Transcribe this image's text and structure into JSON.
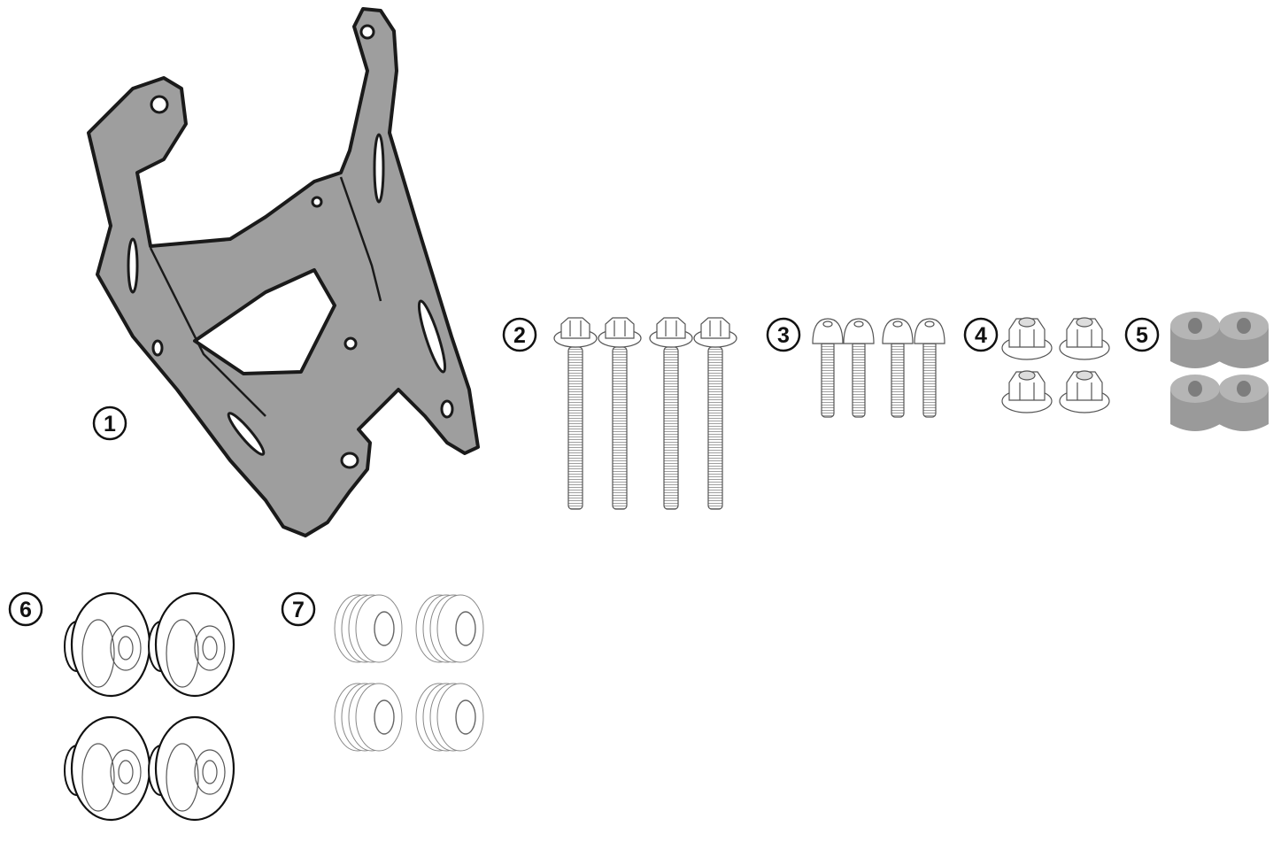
{
  "parts": [
    {
      "number": "1",
      "kind": "bracket"
    },
    {
      "number": "2",
      "kind": "flange-bolt"
    },
    {
      "number": "3",
      "kind": "button-head-screw"
    },
    {
      "number": "4",
      "kind": "flange-lock-nut"
    },
    {
      "number": "5",
      "kind": "spacer"
    },
    {
      "number": "6",
      "kind": "rubber-bushing"
    },
    {
      "number": "7",
      "kind": "washer"
    }
  ],
  "colors": {
    "metal_fill": "#9e9e9e",
    "outline": "#1a1a1a",
    "spacer_fill": "#a8a8a8",
    "hardware_line": "#555555"
  }
}
